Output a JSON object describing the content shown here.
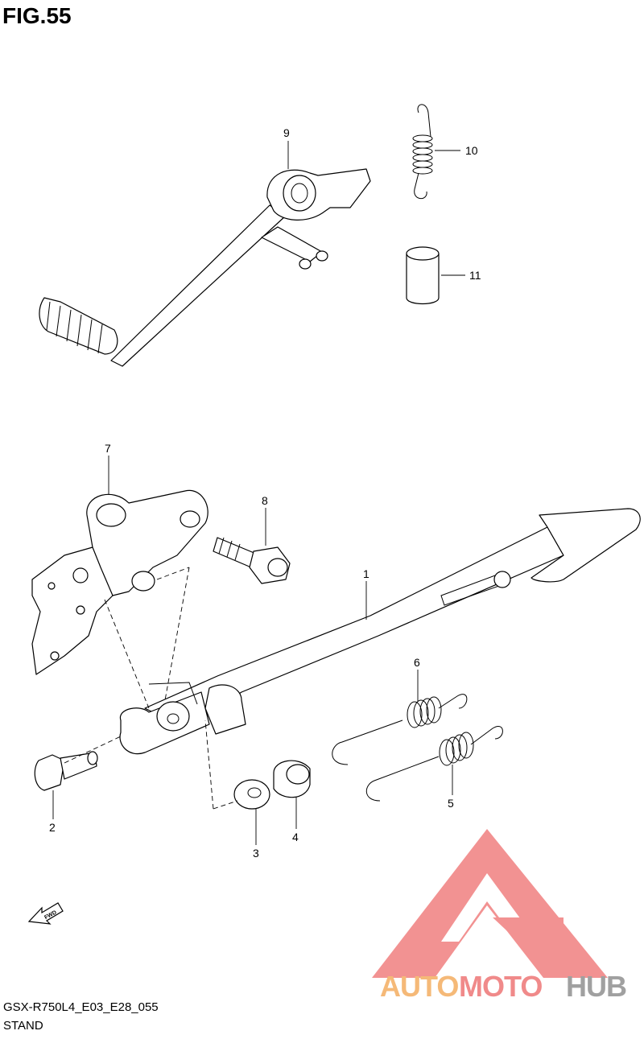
{
  "figure": {
    "title": "FIG.55"
  },
  "callouts": [
    "1",
    "2",
    "3",
    "4",
    "5",
    "6",
    "7",
    "8",
    "9",
    "10",
    "11"
  ],
  "fwd_label": "FWD",
  "footer": {
    "model_code": "GSX-R750L4_E03_E28_055",
    "section": "STAND"
  },
  "watermark": {
    "part1": "AUTO",
    "part2": "MOTO",
    "part3": "HUB",
    "colors": {
      "auto": "#f5b978",
      "moto": "#f08a8a",
      "hub": "#a0a0a0",
      "logo": "#f07f7f"
    }
  }
}
